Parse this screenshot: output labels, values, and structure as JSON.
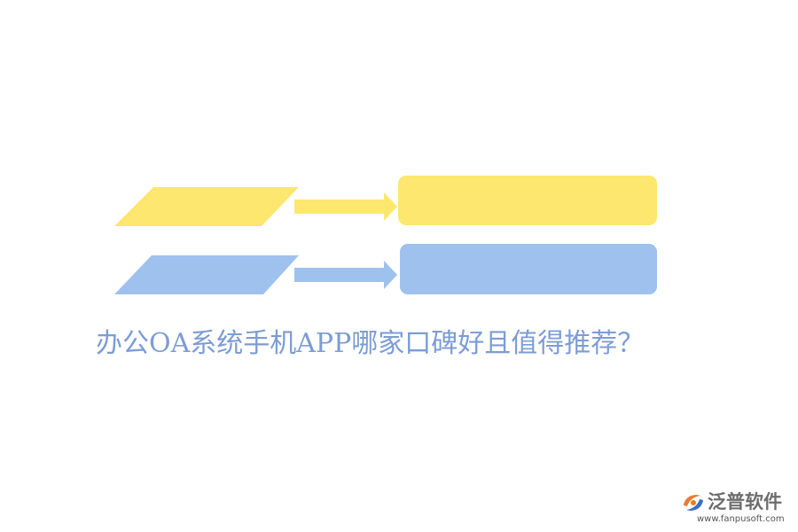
{
  "caption": "办公OA系统手机APP哪家口碑好且值得推荐？",
  "colors": {
    "yellow": "#FDE76E",
    "blue": "#9FC1EE",
    "caption": "#7C9CD6",
    "logo_orange": "#EE7A2E",
    "logo_blue": "#3D6FC1"
  },
  "rows": [
    {
      "color": "yellow"
    },
    {
      "color": "blue"
    }
  ],
  "logo": {
    "name": "泛普软件",
    "url": "www.fanpusoft.com"
  }
}
